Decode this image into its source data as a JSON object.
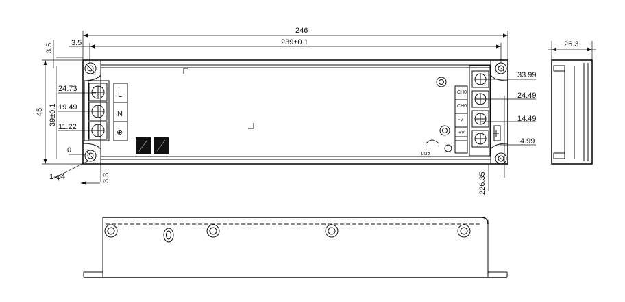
{
  "top_view": {
    "overall_length": "246",
    "hole_spacing": "239±0.1",
    "edge_offset": "3.5",
    "height": "45",
    "hole_height": "39±0.1",
    "input_dims": [
      "24.73",
      "19.49",
      "11.22",
      "0"
    ],
    "input_terminals": [
      "L",
      "N",
      "⊕"
    ],
    "output_dims": [
      "33.99",
      "24.49",
      "14.49",
      "4.99"
    ],
    "output_labels": [
      "CH0",
      "CH0",
      "-V",
      "+V"
    ],
    "hole_dia": "1-φ4",
    "bottom_left_dim": "3.3",
    "bottom_right_dim": "226.35",
    "adj_label": "ADJ"
  },
  "side_view": {
    "width": "26.3"
  }
}
